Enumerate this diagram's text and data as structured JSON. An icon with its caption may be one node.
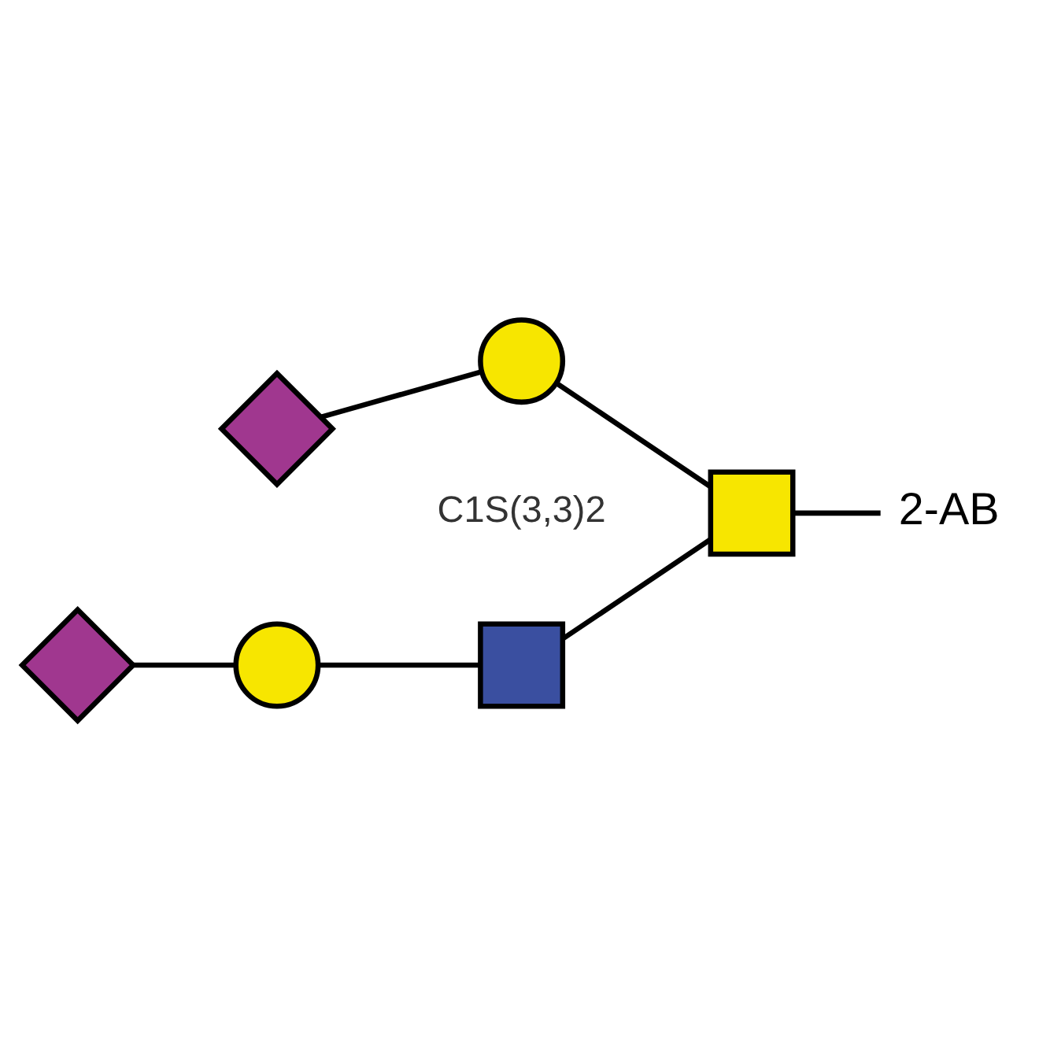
{
  "diagram": {
    "nodes": [
      {
        "text": [],
        "shape": "circle"
      },
      {
        "text": [],
        "shape": "box"
      },
      {
        "text": [],
        "shape": "diamond"
      },
      {
        "text": [],
        "shape": "box"
      },
      {
        "text": [
          "2-AB"
        ]
      },
      {
        "text": [],
        "shape": "circle"
      },
      {
        "text": [],
        "shape": "diamond"
      }
    ],
    "edges": [
      {
        "from": 0,
        "to": 1,
        "arrow": "none"
      },
      {
        "from": 0,
        "to": 2,
        "arrow": "none"
      },
      {
        "from": 1,
        "to": 3,
        "arrow": "none"
      },
      {
        "from": 3,
        "to": 4,
        "arrow": "none"
      },
      {
        "from": 3,
        "to": 5,
        "arrow": "none"
      },
      {
        "from": 5,
        "to": 6,
        "arrow": "none"
      }
    ],
    "labels": [
      "C1S(3,3)2"
    ]
  }
}
